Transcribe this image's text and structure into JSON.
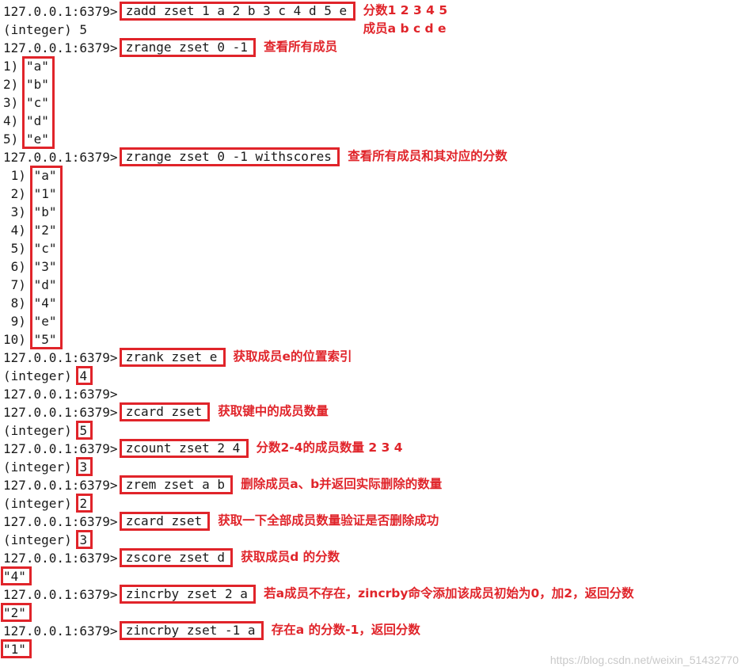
{
  "prompt": "127.0.0.1:6379>",
  "lines": [
    {
      "prompt": "127.0.0.1:6379>",
      "cmd": "zadd zset 1 a 2 b 3 c 4 d 5 e",
      "note": "分数1 2 3 4 5",
      "note2": "成员a b c d e"
    },
    {
      "out": "(integer) 5"
    },
    {
      "prompt": "127.0.0.1:6379>",
      "cmd": "zrange zset 0 -1",
      "note": "查看所有成员"
    },
    {
      "idx": "1)",
      "val": "\"a\""
    },
    {
      "idx": "2)",
      "val": "\"b\""
    },
    {
      "idx": "3)",
      "val": "\"c\""
    },
    {
      "idx": "4)",
      "val": "\"d\""
    },
    {
      "idx": "5)",
      "val": "\"e\""
    },
    {
      "prompt": "127.0.0.1:6379>",
      "cmd": "zrange zset 0 -1 withscores",
      "note": "查看所有成员和其对应的分数"
    },
    {
      "idx": " 1)",
      "val": "\"a\""
    },
    {
      "idx": " 2)",
      "val": "\"1\""
    },
    {
      "idx": " 3)",
      "val": "\"b\""
    },
    {
      "idx": " 4)",
      "val": "\"2\""
    },
    {
      "idx": " 5)",
      "val": "\"c\""
    },
    {
      "idx": " 6)",
      "val": "\"3\""
    },
    {
      "idx": " 7)",
      "val": "\"d\""
    },
    {
      "idx": " 8)",
      "val": "\"4\""
    },
    {
      "idx": " 9)",
      "val": "\"e\""
    },
    {
      "idx": "10)",
      "val": "\"5\""
    },
    {
      "prompt": "127.0.0.1:6379>",
      "cmd": "zrank zset e",
      "note": "获取成员e的位置索引"
    },
    {
      "out": "(integer)",
      "val": "4"
    },
    {
      "prompt": "127.0.0.1:6379>"
    },
    {
      "prompt": "127.0.0.1:6379>",
      "cmd": "zcard zset",
      "note": "获取键中的成员数量"
    },
    {
      "out": "(integer)",
      "val": "5"
    },
    {
      "prompt": "127.0.0.1:6379>",
      "cmd": "zcount zset 2 4",
      "note": "分数2-4的成员数量 2 3 4"
    },
    {
      "out": "(integer)",
      "val": "3"
    },
    {
      "prompt": "127.0.0.1:6379>",
      "cmd": "zrem zset a b",
      "note": "删除成员a、b并返回实际删除的数量"
    },
    {
      "out": "(integer)",
      "val": "2"
    },
    {
      "prompt": "127.0.0.1:6379>",
      "cmd": "zcard zset",
      "note": "获取一下全部成员数量验证是否删除成功"
    },
    {
      "out": "(integer)",
      "val": "3"
    },
    {
      "prompt": "127.0.0.1:6379>",
      "cmd": "zscore zset d",
      "note": "获取成员d 的分数"
    },
    {
      "val": "\"4\""
    },
    {
      "prompt": "127.0.0.1:6379>",
      "cmd": "zincrby zset 2 a",
      "note": "若a成员不存在，zincrby命令添加该成员初始为0，加2，返回分数"
    },
    {
      "val": "\"2\""
    },
    {
      "prompt": "127.0.0.1:6379>",
      "cmd": "zincrby zset -1 a",
      "note": "存在a 的分数-1，返回分数"
    },
    {
      "val": "\"1\""
    }
  ],
  "watermark": "https://blog.csdn.net/weixin_51432770"
}
